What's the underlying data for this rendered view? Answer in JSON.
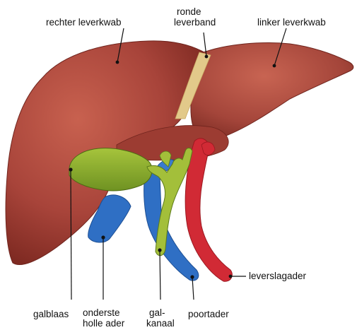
{
  "labels": {
    "right_lobe": "rechter leverkwab",
    "round_ligament_line1": "ronde",
    "round_ligament_line2": "leverband",
    "left_lobe": "linker leverkwab",
    "hepatic_artery": "leverslagader",
    "gallbladder": "galblaas",
    "inferior_vena_cava_line1": "onderste",
    "inferior_vena_cava_line2": "holle ader",
    "bile_duct_line1": "gal-",
    "bile_duct_line2": "kanaal",
    "portal_vein": "poortader"
  },
  "colors": {
    "liver": "#a8443a",
    "liver_dark": "#8a3028",
    "liver_light": "#c45e4c",
    "ligament": "#e2c98a",
    "gallbladder": "#8fb32e",
    "bile_duct": "#a3bf3a",
    "vein": "#2f6fc4",
    "artery": "#d12a35",
    "leader_line": "#111111"
  }
}
